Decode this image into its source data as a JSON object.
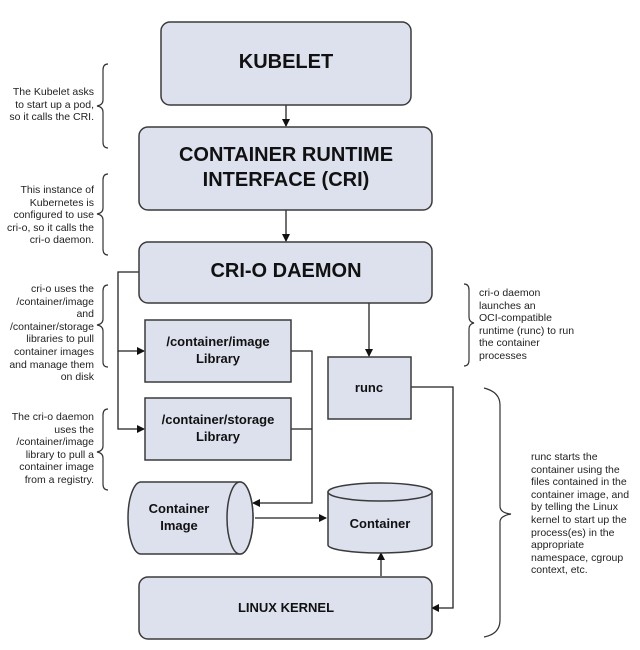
{
  "colors": {
    "box_fill": "#dde1ee",
    "stroke": "#3a3a3a",
    "text": "#111111"
  },
  "nodes": {
    "kubelet": "KUBELET",
    "cri_line1": "CONTAINER RUNTIME",
    "cri_line2": "INTERFACE (CRI)",
    "crio_daemon": "CRI-O DAEMON",
    "image_lib_line1": "/container/image",
    "image_lib_line2": "Library",
    "storage_lib_line1": "/container/storage",
    "storage_lib_line2": "Library",
    "runc": "runc",
    "container_image_line1": "Container",
    "container_image_line2": "Image",
    "container": "Container",
    "linux_kernel": "LINUX KERNEL"
  },
  "annotations": {
    "kubelet_note": [
      "The Kubelet asks",
      "to start up a pod,",
      "so it calls the CRI."
    ],
    "cri_note": [
      "This instance of",
      "Kubernetes is",
      "configured to use",
      "cri-o, so it calls the",
      "cri-o daemon."
    ],
    "libraries_note": [
      "cri-o uses the",
      "/container/image",
      "and",
      "/container/storage",
      "libraries to pull",
      "container images",
      "and manage them",
      "on disk"
    ],
    "pull_note": [
      "The cri-o daemon",
      "uses the",
      "/container/image",
      "library to pull a",
      "container image",
      "from a registry."
    ],
    "runc_launch_note": [
      "cri-o daemon",
      "launches an",
      "OCI-compatible",
      "runtime (runc) to run",
      "the container",
      "processes"
    ],
    "runc_start_note": [
      "runc starts the",
      "container using the",
      "files contained in the",
      "container image, and",
      "by telling the Linux",
      "kernel to start up the",
      "process(es) in the",
      "appropriate",
      "namespace, cgroup",
      "context, etc."
    ]
  }
}
